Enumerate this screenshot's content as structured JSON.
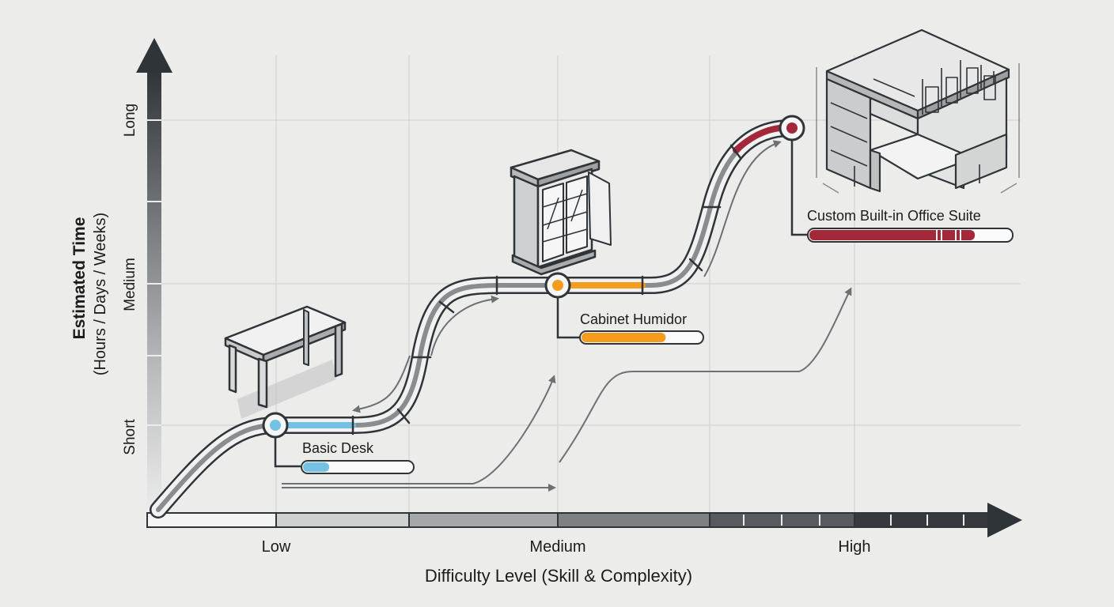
{
  "axes": {
    "x_label": "Difficulty Level (Skill & Complexity)",
    "y_label_line1": "Estimated Time",
    "y_label_line2": "(Hours / Days / Weeks)",
    "x_ticks": [
      "Low",
      "Medium",
      "High"
    ],
    "y_ticks": [
      "Short",
      "Medium",
      "Long"
    ]
  },
  "projects": [
    {
      "name": "Basic Desk",
      "difficulty": "Low",
      "time": "Short",
      "progress": 0.24,
      "color": "#74c1e3"
    },
    {
      "name": "Cabinet Humidor",
      "difficulty": "Medium",
      "time": "Medium",
      "progress": 0.7,
      "color": "#f59c1c"
    },
    {
      "name": "Custom Built-in Office Suite",
      "difficulty": "High",
      "time": "Long",
      "progress": 0.82,
      "color": "#a3283a"
    }
  ],
  "icons": {
    "desk": "desk-icon",
    "cabinet": "cabinet-humidor-icon",
    "office": "built-in-office-icon"
  },
  "colors": {
    "axis": "#2f3438",
    "track": "#8a8d90",
    "grid": "#d3d4d3",
    "background": "#ececeb"
  }
}
